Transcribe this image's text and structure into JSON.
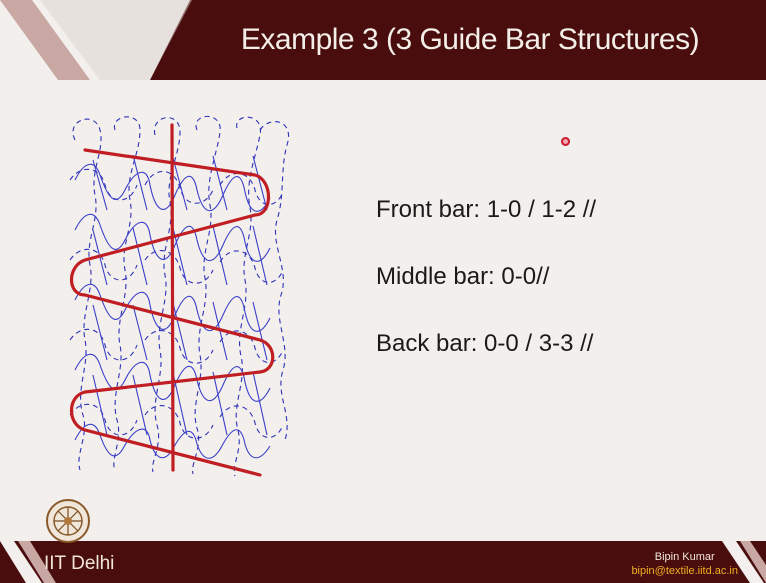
{
  "slide": {
    "title": "Example 3 (3 Guide Bar Structures)",
    "notation": {
      "front": "Front bar: 1-0 / 1-2 //",
      "middle": "Middle bar: 0-0//",
      "back": "Back bar: 0-0 / 3-3 //"
    }
  },
  "footer": {
    "institution": "IIT Delhi",
    "presenter_name": "Bipin Kumar",
    "presenter_email": "bipin@textile.iitd.ac.in"
  },
  "colors": {
    "header_background": "#4a0d0d",
    "slide_background": "#f2efed",
    "front_bar_loops": "#3b3fc9",
    "middle_bar_dashed": "#2e32b8",
    "back_bar_laying": "#c01e22",
    "pointer_marker": "#c81d2e"
  }
}
